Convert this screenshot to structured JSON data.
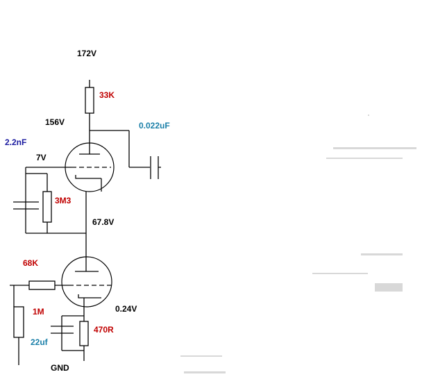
{
  "voltages": {
    "supply": "172V",
    "plate_top": "156V",
    "grid_top": "7V",
    "cathode_top": "67.8V",
    "cathode_bottom": "0.24V",
    "ground": "GND"
  },
  "resistors": {
    "plate_load": "33K",
    "grid_bias_top": "3M3",
    "grid_stopper": "68K",
    "grid_leak": "1M",
    "cathode": "470R"
  },
  "capacitors": {
    "output_coupling": "0.022uF",
    "grid_bypass_top": "2.2nF",
    "cathode_bypass": "22uf"
  }
}
